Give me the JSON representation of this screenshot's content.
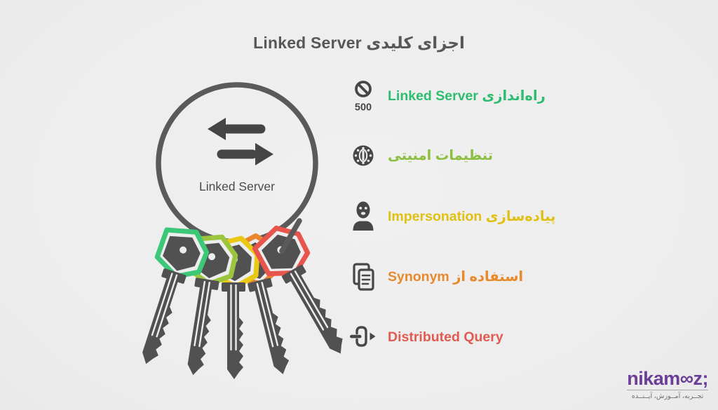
{
  "title": "اجزای کلیدی Linked Server",
  "diagram": {
    "ring_label": "Linked Server",
    "key_colors": [
      "#3dc878",
      "#9bc53d",
      "#e9c913",
      "#ea872e",
      "#e8554d"
    ]
  },
  "list": {
    "items": [
      {
        "label": "راه‌اندازی Linked Server",
        "color": "#2ebd70",
        "icon": "ban-500-icon",
        "badge": "500"
      },
      {
        "label": "تنظیمات امنیتی",
        "color": "#8cbe40",
        "icon": "vault-door-icon"
      },
      {
        "label": "پیاده‌سازی Impersonation",
        "color": "#e2c012",
        "icon": "masked-person-icon"
      },
      {
        "label": "استفاده از Synonym",
        "color": "#e8892b",
        "icon": "copy-documents-icon"
      },
      {
        "label": "Distributed Query",
        "color": "#e25a50",
        "icon": "link-out-arrow-icon"
      }
    ]
  },
  "logo": {
    "wordmark": "nikam∞z;",
    "tagline": "تجــربه، آمــوزش، آیــنــده",
    "color": "#6b3e98"
  }
}
